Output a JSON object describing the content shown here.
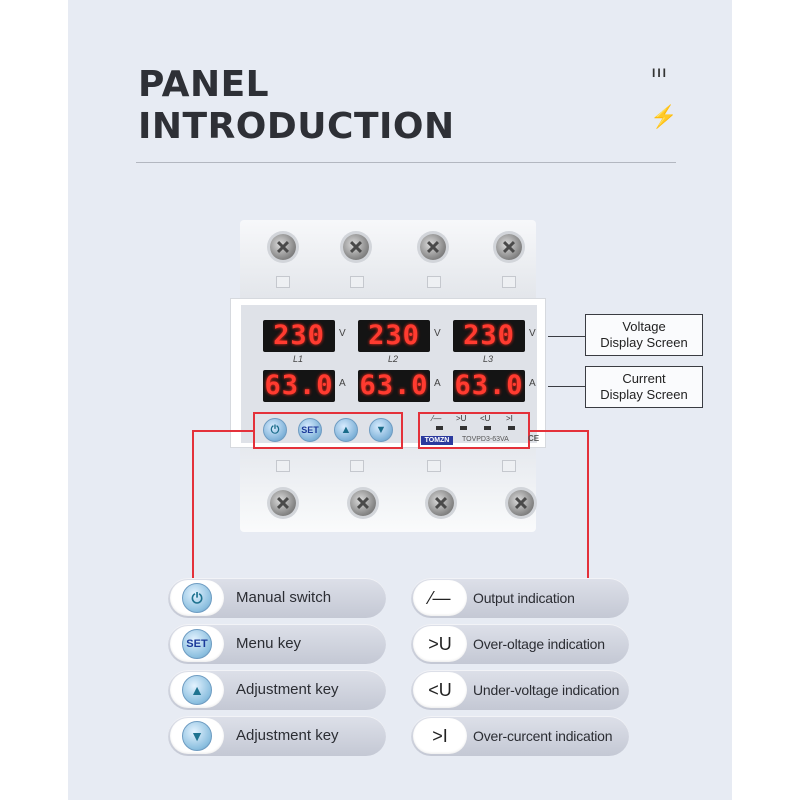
{
  "title": {
    "line1": "PANEL",
    "line2": "INTRODUCTION",
    "deco_bars": "III",
    "deco_bolt": "⚡"
  },
  "device": {
    "voltage_readings": [
      "230",
      "230",
      "230"
    ],
    "current_readings": [
      "63.0",
      "63.0",
      "63.0"
    ],
    "voltage_unit": "V",
    "current_unit": "A",
    "phases": [
      "L1",
      "L2",
      "L3"
    ],
    "brand": "TOMZN",
    "model": "TOVPD3-63VA",
    "cert": "CE",
    "indicator_labels": [
      "⁄—",
      ">U",
      "<U",
      ">I"
    ],
    "buttons": {
      "power": "⏻",
      "set": "SET",
      "up": "▲",
      "down": "▼"
    }
  },
  "callouts": {
    "voltage": {
      "line1": "Voltage",
      "line2": "Display Screen"
    },
    "current": {
      "line1": "Current",
      "line2": "Display Screen"
    }
  },
  "legend_left": [
    {
      "icon": "power-icon",
      "symbol": "⏻",
      "label": "Manual switch"
    },
    {
      "icon": "set-icon",
      "symbol": "SET",
      "label": "Menu key"
    },
    {
      "icon": "arrow-up-icon",
      "symbol": "▲",
      "label": "Adjustment key"
    },
    {
      "icon": "arrow-down-icon",
      "symbol": "▼",
      "label": "Adjustment key"
    }
  ],
  "legend_right": [
    {
      "icon": "switch-output-icon",
      "symbol": "⁄—",
      "label": "Output indication"
    },
    {
      "icon": "over-voltage-icon",
      "symbol": ">U",
      "label": "Over-oltage indication"
    },
    {
      "icon": "under-voltage-icon",
      "symbol": "<U",
      "label": "Under-voltage indication"
    },
    {
      "icon": "over-current-icon",
      "symbol": ">I",
      "label": "Over-curcent indication"
    }
  ],
  "colors": {
    "accent_red": "#e4313a",
    "background": "#e7ebf3",
    "display_red": "#ff3b30"
  }
}
